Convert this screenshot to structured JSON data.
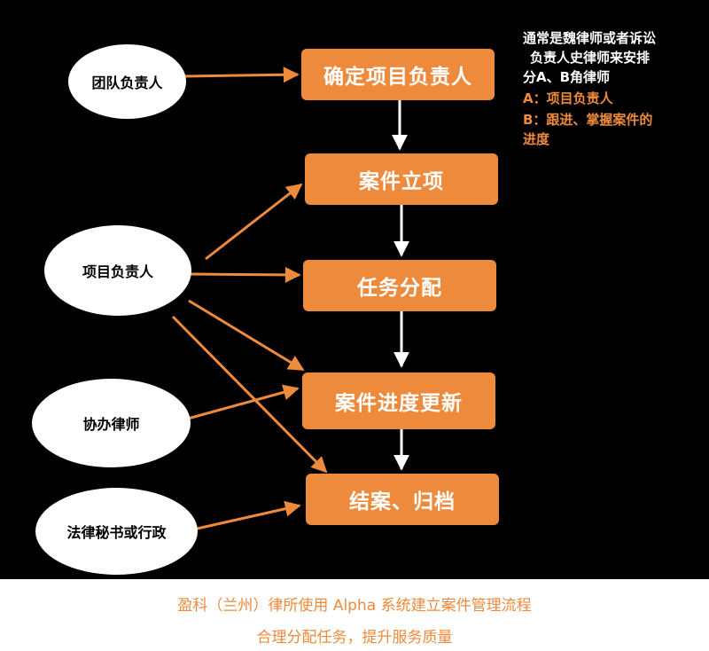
{
  "roles": {
    "team_leader": "团队负责人",
    "project_leader": "项目负责人",
    "assistant_lawyer": "协办律师",
    "legal_secretary": "法律秘书或行政"
  },
  "steps": {
    "s1": "确定项目负责人",
    "s2": "案件立项",
    "s3": "任务分配",
    "s4": "案件进度更新",
    "s5": "结案、归档"
  },
  "note": {
    "line1": "通常是魏律师或者诉讼",
    "line2": "负责人史律师来安排",
    "line3": "分A、B角律师",
    "line4": "A：项目负责人",
    "line5": "B：跟进、掌握案件的",
    "line6": "进度"
  },
  "caption": {
    "line1": "盈科（兰州）律所使用 Alpha 系统建立案件管理流程",
    "line2": "合理分配任务，提升服务质量"
  },
  "colors": {
    "accent": "#ee8a3c",
    "background": "#000000",
    "arrow_white": "#ffffff"
  }
}
